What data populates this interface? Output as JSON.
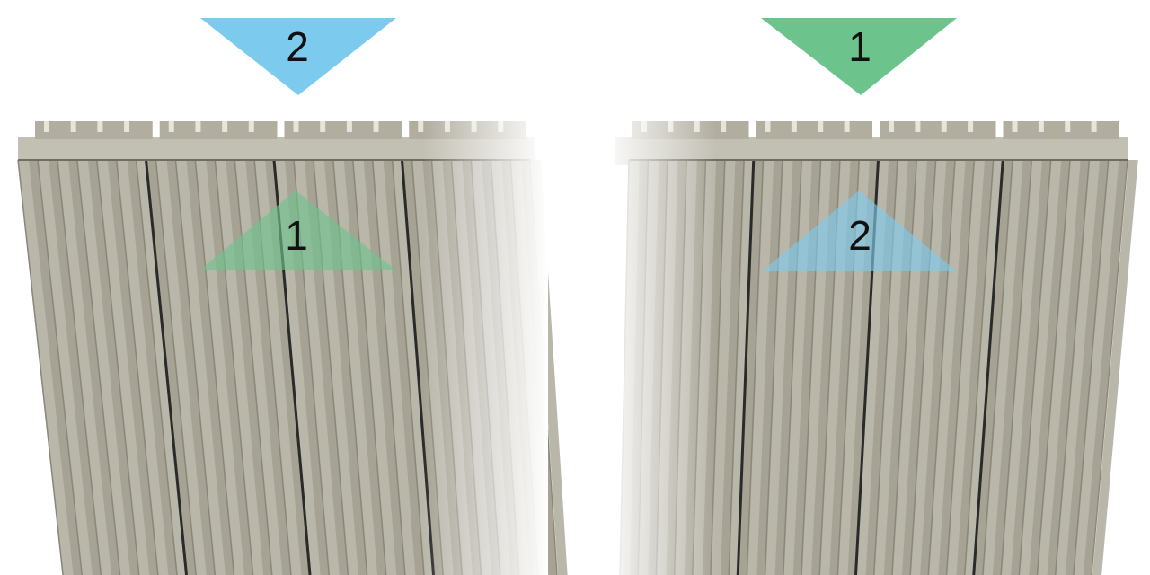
{
  "colors": {
    "background": "#ffffff",
    "panel_base": "#a6a294",
    "panel_light": "#c2bfb3",
    "panel_dark": "#8a8679",
    "panel_gap": "#2a2a28",
    "blue_marker": "#7ccbee",
    "green_marker": "#6cc38c"
  },
  "left_view": {
    "top_marker": {
      "label": "2",
      "color": "blue_marker",
      "direction": "down"
    },
    "panel_marker": {
      "label": "1",
      "color": "green_marker",
      "direction": "up"
    }
  },
  "right_view": {
    "top_marker": {
      "label": "1",
      "color": "green_marker",
      "direction": "down"
    },
    "panel_marker": {
      "label": "2",
      "color": "blue_marker",
      "direction": "up"
    }
  }
}
